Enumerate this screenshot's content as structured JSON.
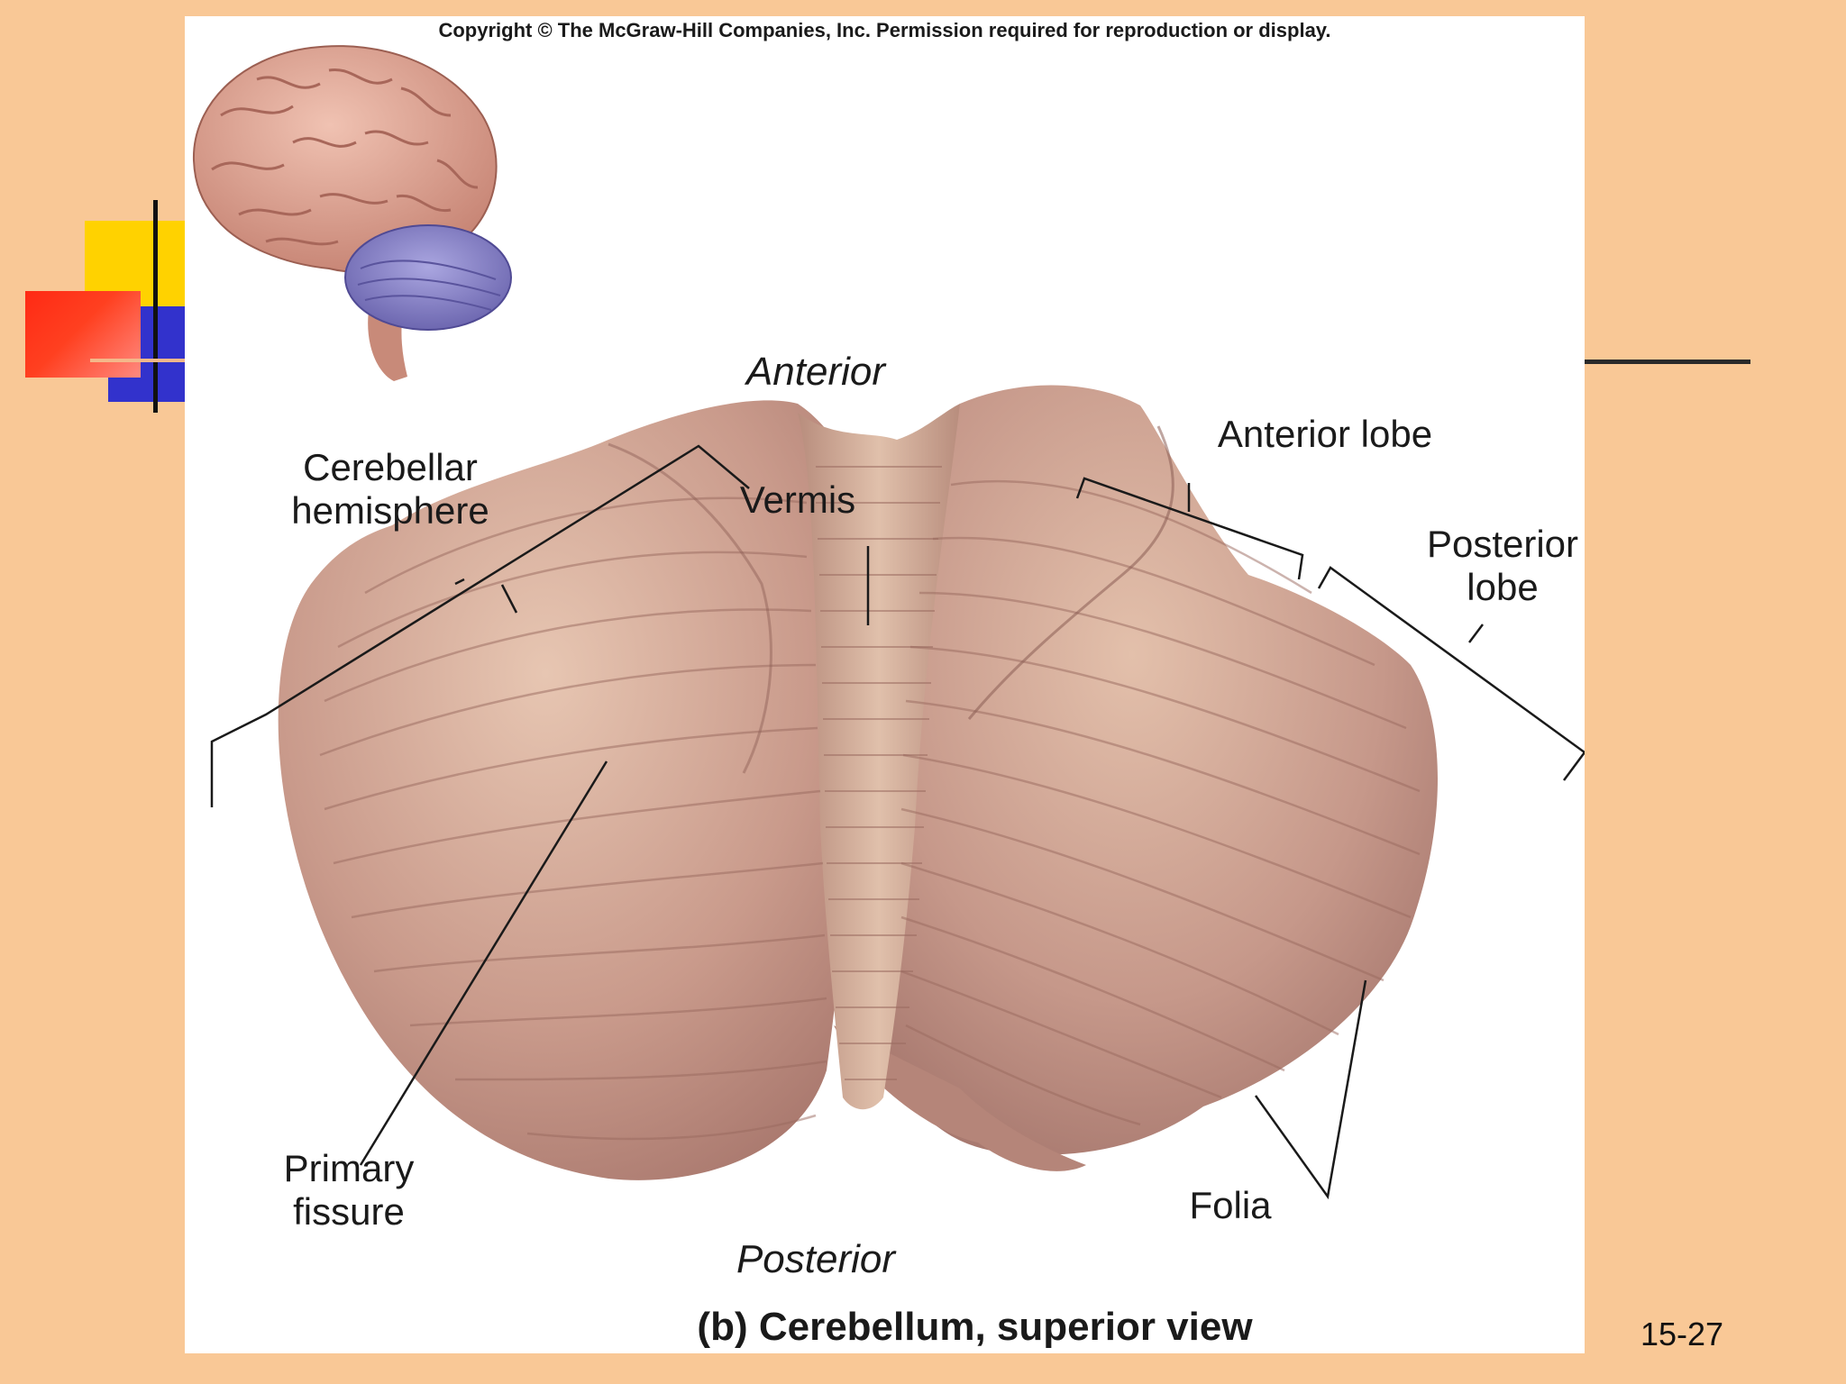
{
  "copyright": "Copyright © The McGraw-Hill Companies, Inc. Permission required for reproduction or display.",
  "orientation": {
    "anterior": "Anterior",
    "posterior": "Posterior"
  },
  "labels": {
    "cerebellar_hemisphere": "Cerebellar hemisphere",
    "vermis": "Vermis",
    "anterior_lobe": "Anterior lobe",
    "posterior_lobe": "Posterior lobe",
    "primary_fissure": "Primary fissure",
    "folia": "Folia"
  },
  "caption": "(b) Cerebellum, superior view",
  "page_number": "15-27",
  "colors": {
    "background": "#f9c896",
    "accent_yellow": "#ffd200",
    "accent_blue": "#3232cc",
    "accent_red": "#ff2a14",
    "cerebellum_tissue": "#c89a8e",
    "brain_tissue": "#d9a091",
    "cerebellum_inset": "#8b85c9"
  }
}
